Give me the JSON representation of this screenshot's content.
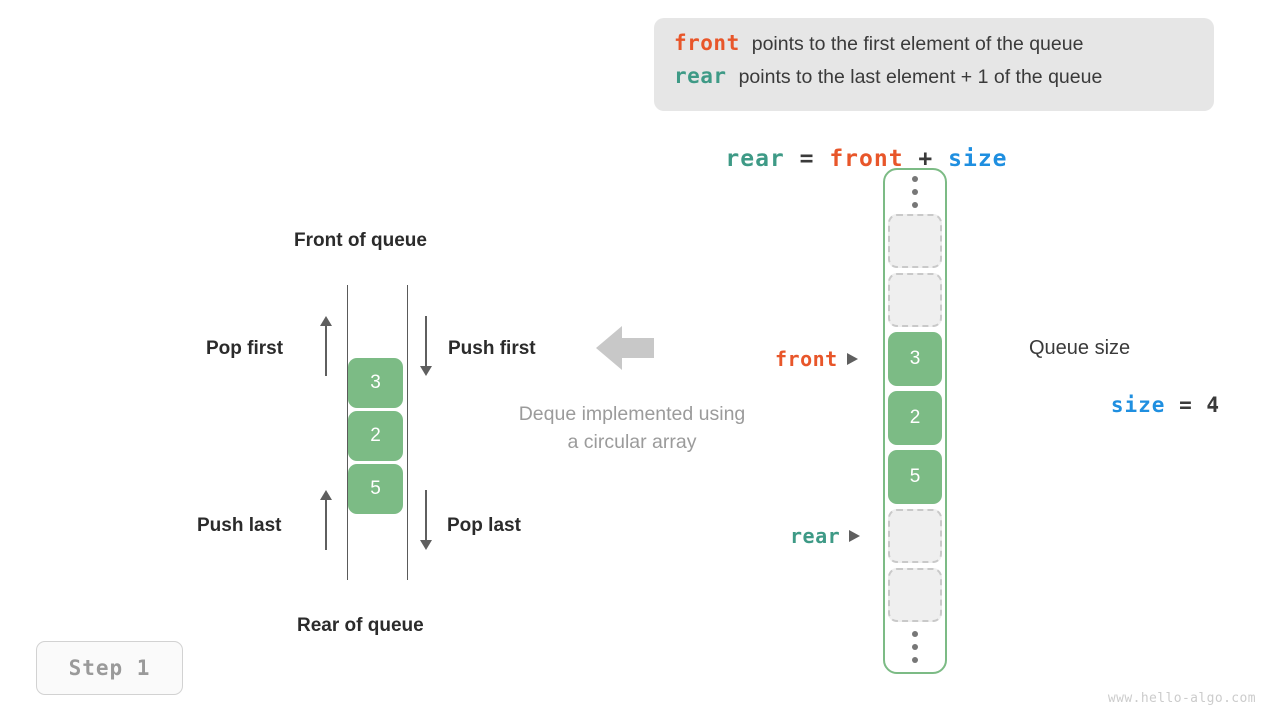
{
  "legend": {
    "lines": [
      {
        "keyword": "front",
        "keyword_color": "#e8562a",
        "text": "points to the first element of the queue"
      },
      {
        "keyword": "rear",
        "keyword_color": "#3e9a86",
        "text": "points to the last element + 1 of the queue"
      }
    ],
    "background": "#e6e6e6"
  },
  "formula": {
    "lhs": "rear",
    "eq": " = ",
    "rhs1": "front",
    "plus": " + ",
    "rhs2": "size"
  },
  "deque": {
    "title_front": "Front of queue",
    "title_rear": "Rear of queue",
    "cells": [
      "3",
      "2",
      "5"
    ],
    "cell_color": "#7cbb85",
    "operations": [
      {
        "label": "Pop first",
        "direction": "up"
      },
      {
        "label": "Push first",
        "direction": "down"
      },
      {
        "label": "Push last",
        "direction": "up"
      },
      {
        "label": "Pop last",
        "direction": "down"
      }
    ],
    "caption_line1": "Deque implemented using",
    "caption_line2": "a circular array"
  },
  "array": {
    "border_color": "#7cbb85",
    "slots": [
      {
        "kind": "ellipsis",
        "value": ""
      },
      {
        "kind": "empty",
        "value": ""
      },
      {
        "kind": "empty",
        "value": ""
      },
      {
        "kind": "filled",
        "value": "3"
      },
      {
        "kind": "filled",
        "value": "2"
      },
      {
        "kind": "filled",
        "value": "5"
      },
      {
        "kind": "empty",
        "value": ""
      },
      {
        "kind": "empty",
        "value": ""
      },
      {
        "kind": "ellipsis",
        "value": ""
      }
    ],
    "pointers": [
      {
        "name": "front",
        "color": "#e8562a",
        "slot_index": 3
      },
      {
        "name": "rear",
        "color": "#3e9a86",
        "slot_index": 6
      }
    ]
  },
  "size_info": {
    "title": "Queue size",
    "var": "size",
    "var_color": "#1f8fe0",
    "assign": " = ",
    "value": "4"
  },
  "step_badge": {
    "label": "Step  1"
  },
  "watermark": {
    "text": "www.hello-algo.com"
  }
}
